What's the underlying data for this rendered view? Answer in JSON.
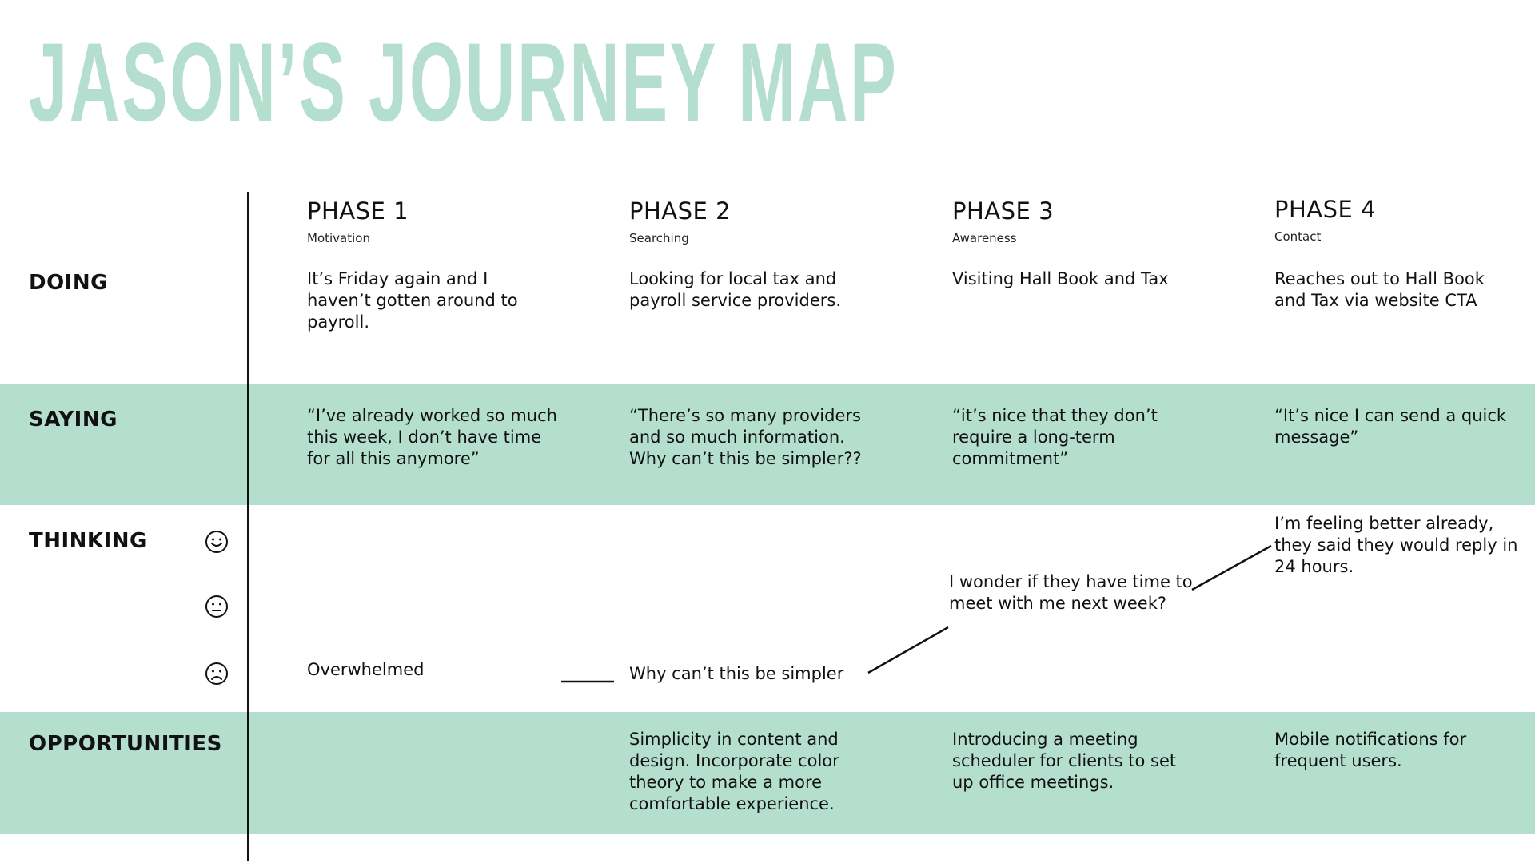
{
  "title": "JASON’S JOURNEY MAP",
  "rows": {
    "doing": "DOING",
    "saying": "SAYING",
    "thinking": "THINKING",
    "opportunities": "OPPORTUNITIES"
  },
  "phases": [
    {
      "title": "PHASE 1",
      "subtitle": "Motivation",
      "doing": "It’s Friday again and I haven’t gotten around to payroll.",
      "saying": "“I’ve already worked so much this week, I don’t have time for all this anymore”",
      "thinking": "Overwhelmed",
      "opportunities": ""
    },
    {
      "title": "PHASE 2",
      "subtitle": "Searching",
      "doing": "Looking for local tax and payroll service providers.",
      "saying": "“There’s so many providers and so much information. Why can’t this be simpler??",
      "thinking": "Why can’t this be simpler",
      "opportunities": "Simplicity in content and design. Incorporate color theory to make a more comfortable experience."
    },
    {
      "title": "PHASE 3",
      "subtitle": "Awareness",
      "doing": "Visiting Hall Book and Tax",
      "saying": "“it’s nice that they don’t require a long-term commitment”",
      "thinking": "I wonder if they have time to meet with me next week?",
      "opportunities": "Introducing a meeting scheduler for clients to set up office meetings."
    },
    {
      "title": "PHASE 4",
      "subtitle": "Contact",
      "doing": "Reaches out to Hall Book and Tax via website CTA",
      "saying": "“It’s nice I can send a quick message”",
      "thinking": "I’m feeling better already, they said they would reply in 24 hours.",
      "opportunities": "Mobile notifications for frequent users."
    }
  ],
  "thinking_scale": [
    {
      "icon": "smiling-face-icon"
    },
    {
      "icon": "neutral-face-icon"
    },
    {
      "icon": "sad-face-icon"
    }
  ],
  "colors": {
    "accent": "#b4dfcf",
    "text": "#111111",
    "background": "#ffffff"
  }
}
